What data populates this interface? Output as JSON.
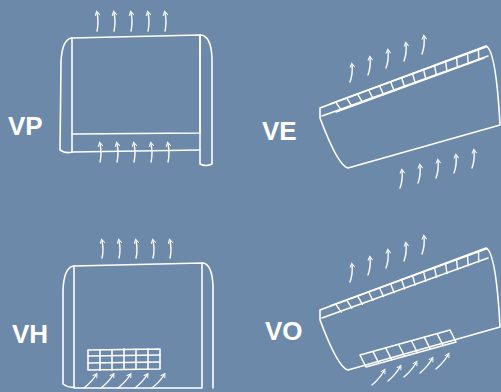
{
  "diagram": {
    "labels": [
      "VP",
      "VE",
      "VH",
      "VO"
    ]
  }
}
